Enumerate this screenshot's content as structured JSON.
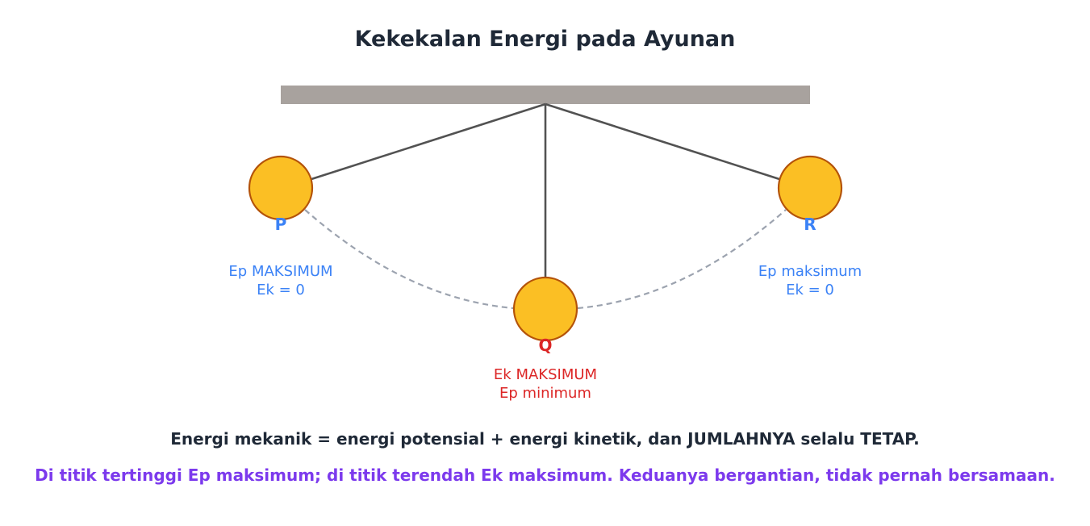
{
  "title": "Kekekalan Energi pada Ayunan",
  "points": {
    "p": {
      "label": "P",
      "line1": "Ep MAKSIMUM",
      "line2": "Ek = 0"
    },
    "q": {
      "label": "Q",
      "line1": "Ek MAKSIMUM",
      "line2": "Ep minimum"
    },
    "r": {
      "label": "R",
      "line1": "Ep maksimum",
      "line2": "Ek = 0"
    }
  },
  "footer": {
    "line1": "Energi mekanik = energi potensial + energi kinetik, dan JUMLAHNYA selalu TETAP.",
    "line2": "Di titik tertinggi Ep maksimum; di titik terendah Ek maksimum. Keduanya bergantian, tidak pernah bersamaan."
  },
  "colors": {
    "beam": "#a8a29e",
    "string": "#525252",
    "bob_fill": "#fbbf24",
    "bob_stroke": "#b45309",
    "path": "#9ca3af",
    "side_text": "#3b82f6",
    "center_text": "#dc2626",
    "title": "#1f2937",
    "highlight": "#7c3aed"
  }
}
